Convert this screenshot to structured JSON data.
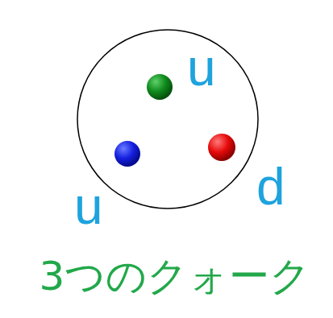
{
  "diagram": {
    "caption": "3つのクォーク",
    "labels": [
      "u",
      "u",
      "d"
    ]
  }
}
